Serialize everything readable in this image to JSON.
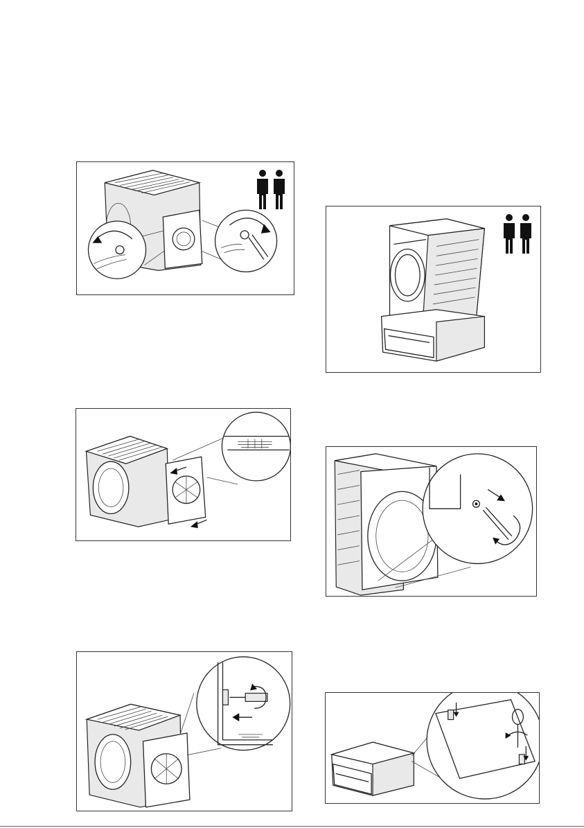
{
  "page": {
    "background": "#ffffff",
    "line_color": "#222222"
  },
  "figures": [
    {
      "id": "fig-1",
      "icon": "two-person-icon"
    },
    {
      "id": "fig-2"
    },
    {
      "id": "fig-3"
    },
    {
      "id": "fig-4",
      "icon": "two-person-icon"
    },
    {
      "id": "fig-5"
    },
    {
      "id": "fig-6"
    }
  ]
}
